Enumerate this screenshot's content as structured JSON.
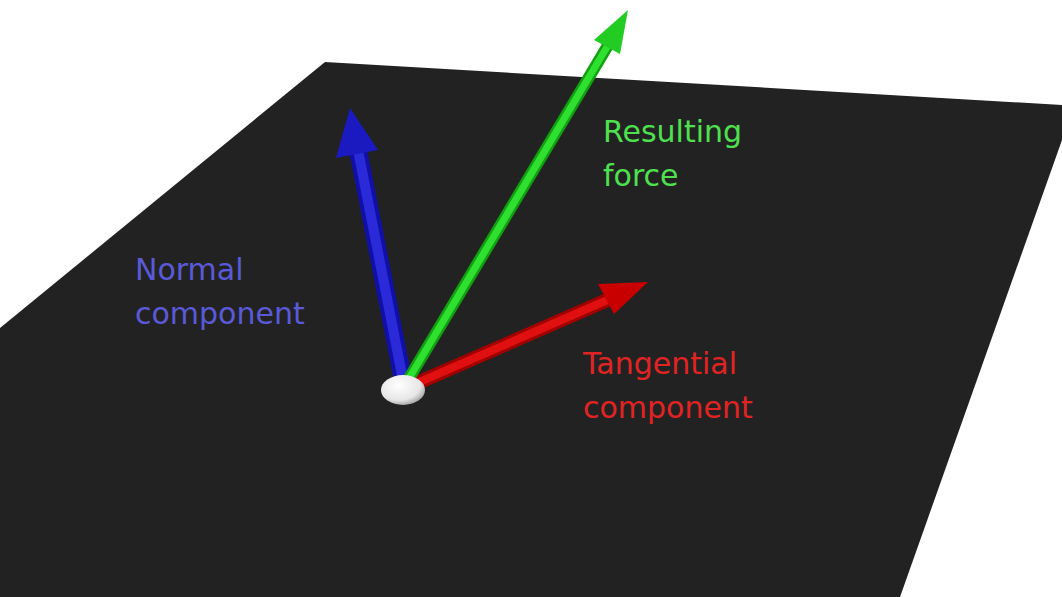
{
  "diagram": {
    "labels": [
      "Normal component",
      "Resulting force",
      "Tangential component"
    ]
  }
}
